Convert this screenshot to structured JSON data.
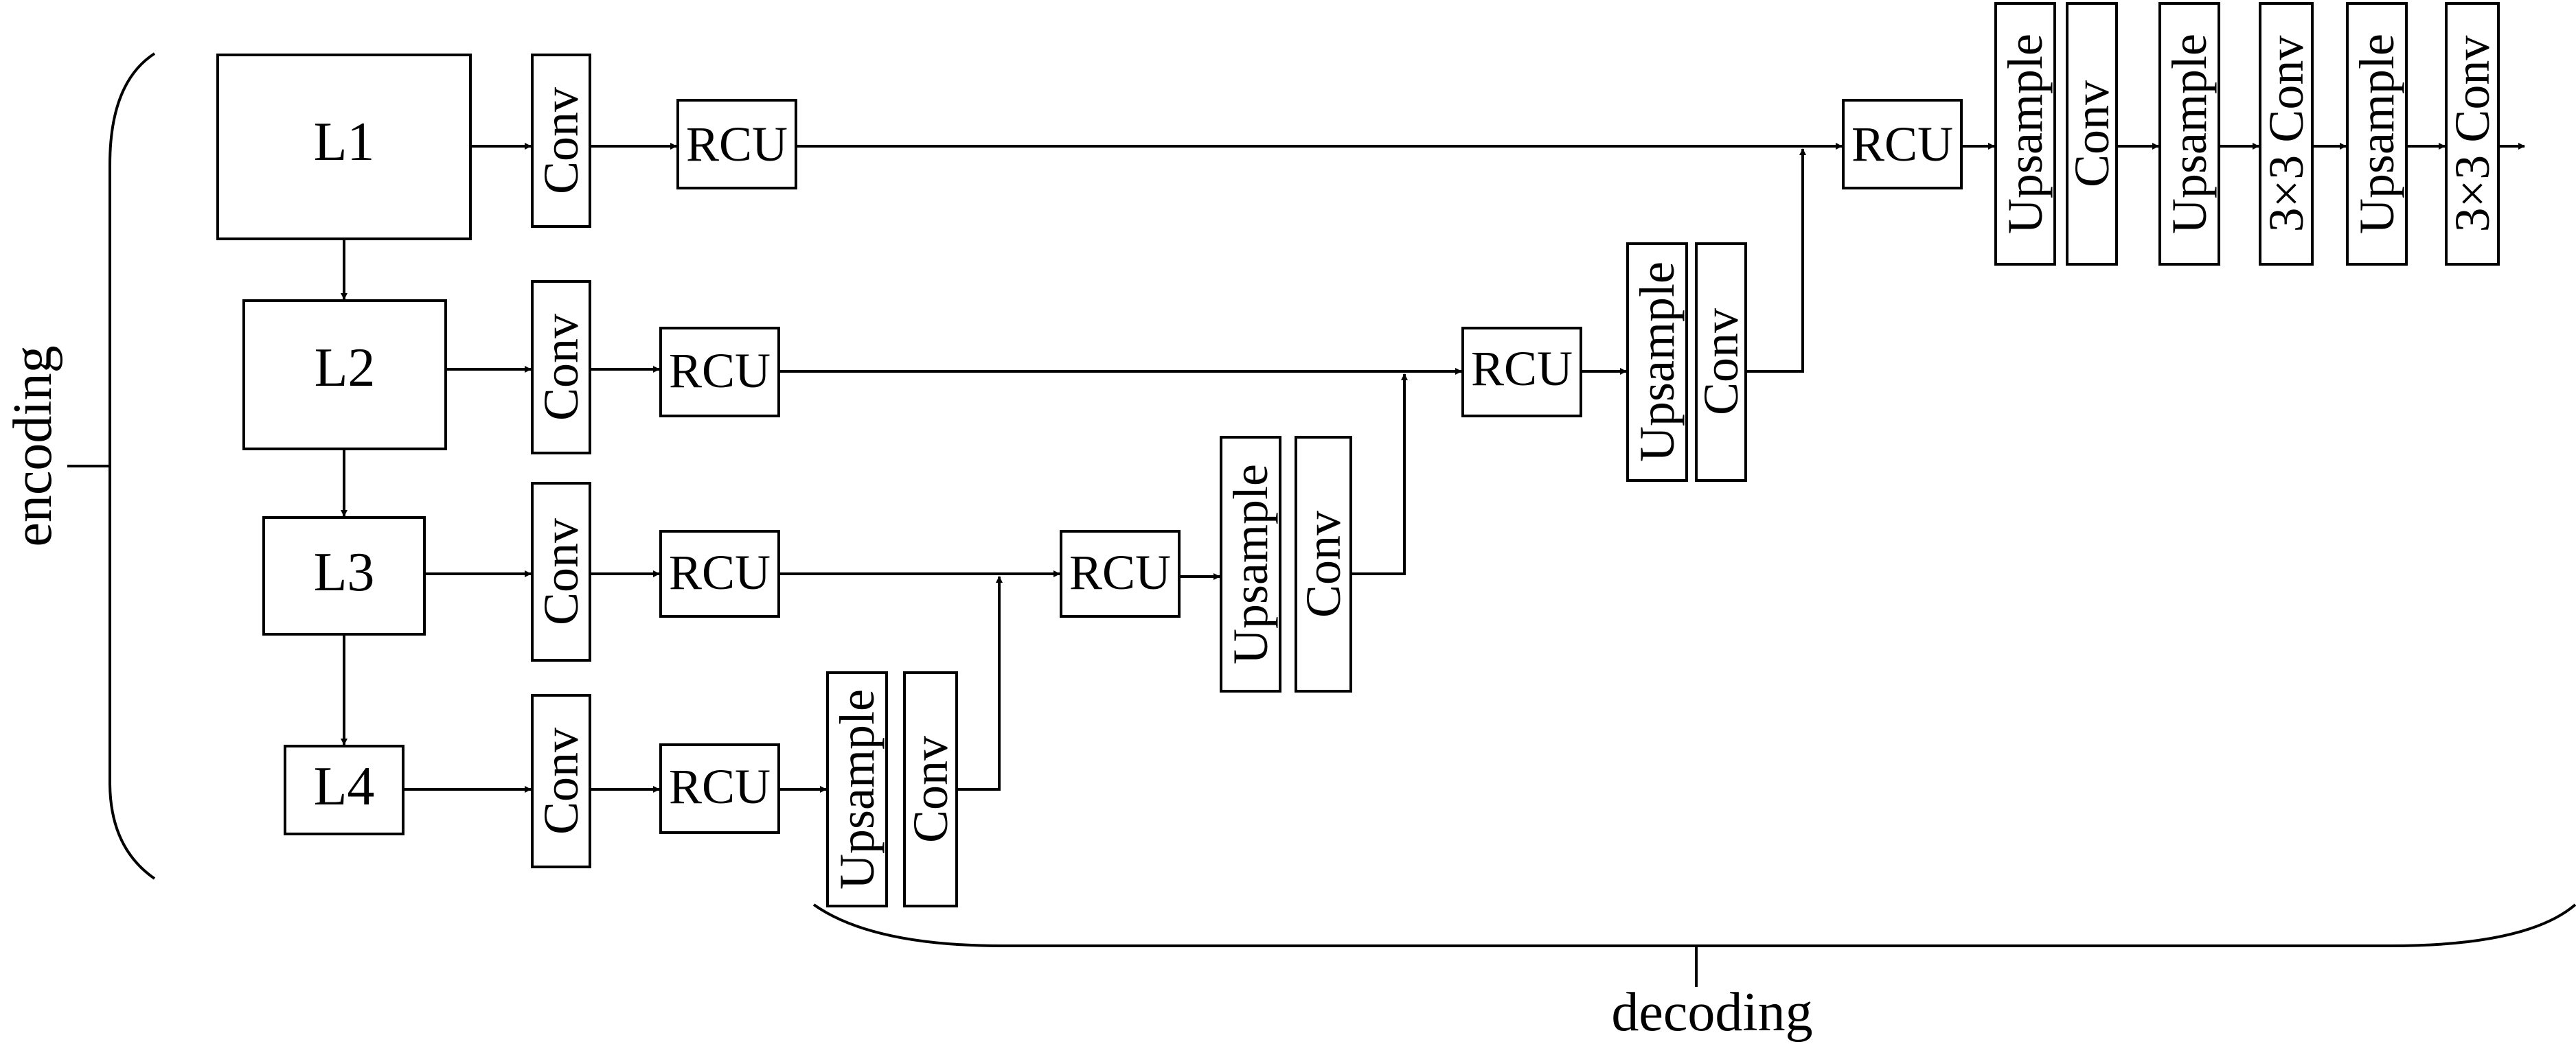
{
  "encoder": {
    "levels": [
      "L1",
      "L2",
      "L3",
      "L4"
    ],
    "conv_label": "Conv",
    "rcu_label": "RCU"
  },
  "decoder": {
    "rcu_label": "RCU",
    "upsample_label": "Upsample",
    "conv_label": "Conv",
    "conv3x3_label": "3×3 Conv"
  },
  "brackets": {
    "encoding_label": "encoding",
    "decoding_label": "decoding"
  }
}
